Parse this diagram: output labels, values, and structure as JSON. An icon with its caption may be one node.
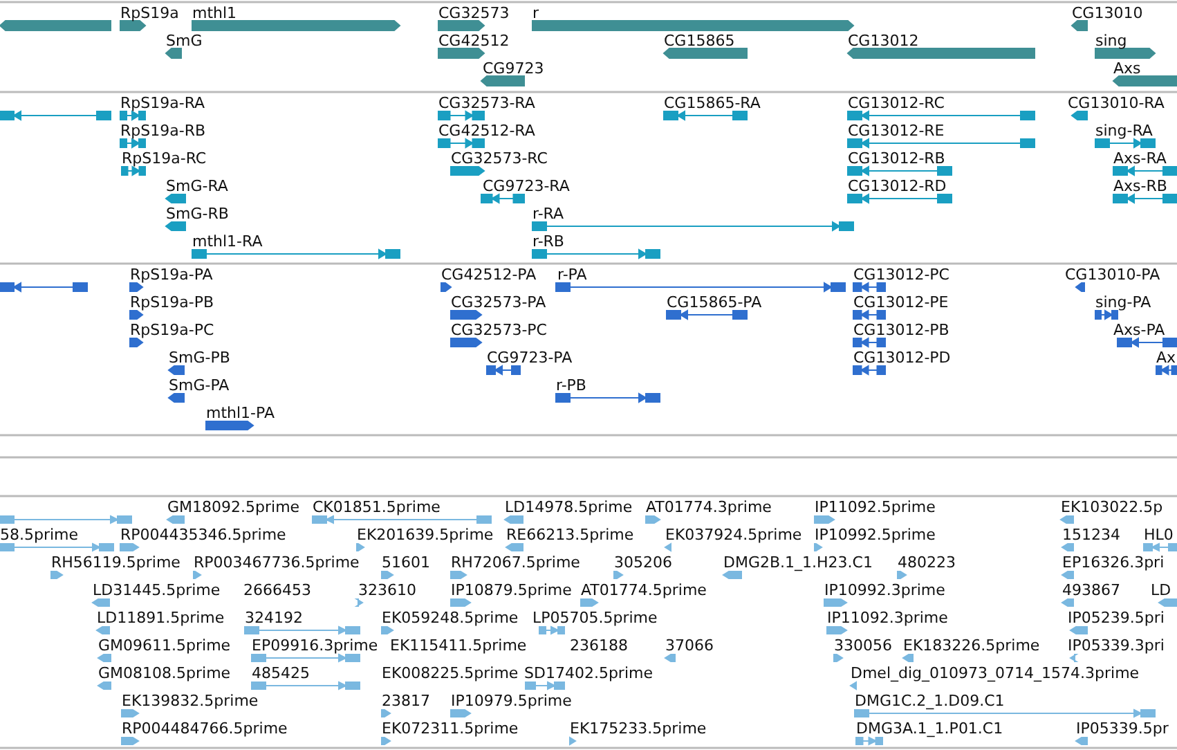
{
  "diagram": {
    "labels": [
      "RpS19a",
      "mthl1",
      "CG32573",
      "r",
      "CG13010",
      "SmG",
      "CG42512",
      "CG15865",
      "CG13012",
      "sing",
      "CG9723",
      "Axs",
      "RpS19a-RA",
      "CG32573-RA",
      "CG15865-RA",
      "CG13012-RC",
      "CG13010-RA",
      "RpS19a-RB",
      "CG42512-RA",
      "CG13012-RE",
      "sing-RA",
      "RpS19a-RC",
      "CG32573-RC",
      "CG13012-RB",
      "Axs-RA",
      "SmG-RA",
      "CG9723-RA",
      "CG13012-RD",
      "Axs-RB",
      "SmG-RB",
      "r-RA",
      "mthl1-RA",
      "r-RB",
      "RpS19a-PA",
      "CG42512-PA",
      "r-PA",
      "CG13012-PC",
      "CG13010-PA",
      "RpS19a-PB",
      "CG32573-PA",
      "CG15865-PA",
      "CG13012-PE",
      "sing-PA",
      "RpS19a-PC",
      "CG32573-PC",
      "CG13012-PB",
      "Axs-PA",
      "SmG-PB",
      "CG9723-PA",
      "CG13012-PD",
      "Ax",
      "SmG-PA",
      "r-PB",
      "mthl1-PA",
      "GM18092.5prime",
      "CK01851.5prime",
      "LD14978.5prime",
      "AT01774.3prime",
      "IP11092.5prime",
      "EK103022.5p",
      "58.5prime",
      "RP004435346.5prime",
      "EK201639.5prime",
      "RE66213.5prime",
      "EK037924.5prime",
      "IP10992.5prime",
      "151234",
      "HL0",
      "RH56119.5prime",
      "RP003467736.5prime",
      "51601",
      "RH72067.5prime",
      "305206",
      "DMG2B.1_1.H23.C1",
      "480223",
      "EP16326.3pri",
      "LD31445.5prime",
      "2666453",
      "323610",
      "IP10879.5prime",
      "AT01774.5prime",
      "IP10992.3prime",
      "493867",
      "LD",
      "LD11891.5prime",
      "324192",
      "EK059248.5prime",
      "LP05705.5prime",
      "IP11092.3prime",
      "IP05239.5pri",
      "GM09611.5prime",
      "EP09916.3prime",
      "EK115411.5prime",
      "236188",
      "37066",
      "330056",
      "EK183226.5prime",
      "IP05339.3pri",
      "GM08108.5prime",
      "485425",
      "EK008225.5prime",
      "SD17402.5prime",
      "Dmel_dig_010973_0714_1574.3prime",
      "EK139832.5prime",
      "23817",
      "IP10979.5prime",
      "DMG1C.2_1.D09.C1",
      "RP004484766.5prime",
      "EK072311.5prime",
      "EK175233.5prime",
      "DMG3A.1_1.P01.C1",
      "IP05339.5pr"
    ]
  }
}
